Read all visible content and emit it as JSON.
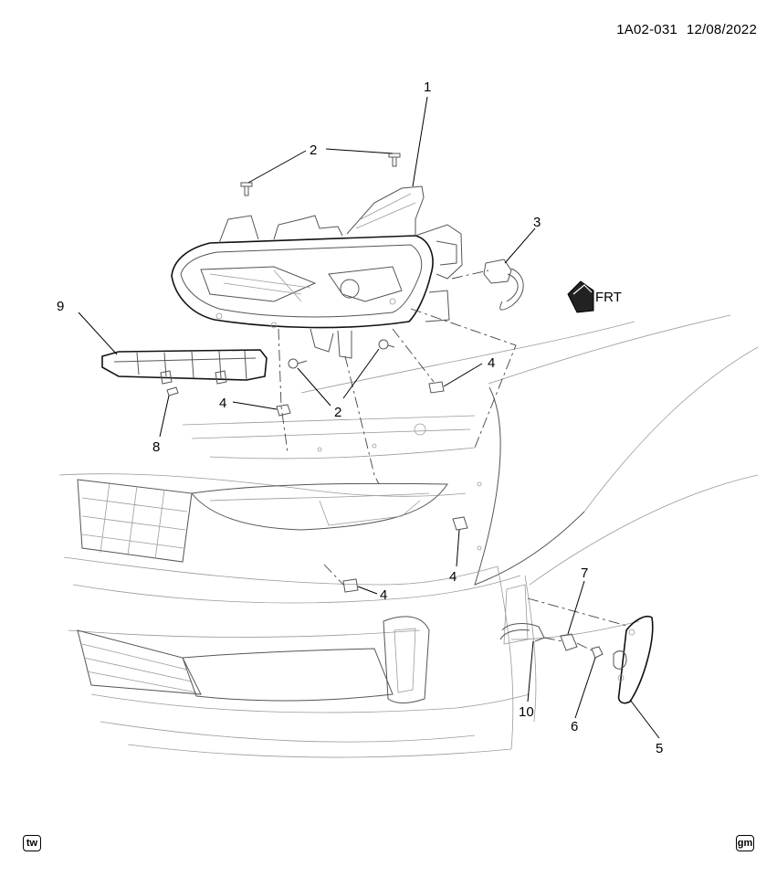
{
  "header": {
    "code": "1A02-031",
    "date": "12/08/2022"
  },
  "callouts": {
    "c1": "1",
    "c2a": "2",
    "c2b": "2",
    "c3": "3",
    "c4a": "4",
    "c4b": "4",
    "c4c": "4",
    "c4d": "4",
    "c5": "5",
    "c6": "6",
    "c7": "7",
    "c8": "8",
    "c9": "9",
    "c10": "10"
  },
  "front_arrow": "FRT",
  "badges": {
    "left": "tw",
    "right": "gm"
  }
}
